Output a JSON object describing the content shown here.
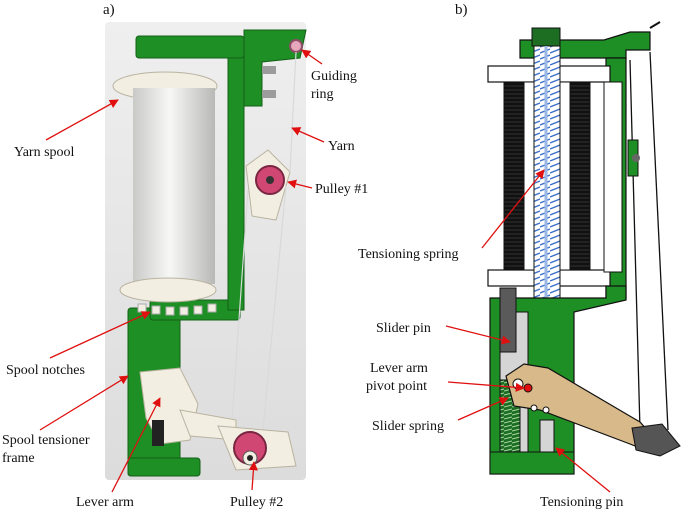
{
  "panels": {
    "a": "a)",
    "b": "b)"
  },
  "labels_a": {
    "guiding_ring": [
      "Guiding",
      "ring"
    ],
    "yarn": "Yarn",
    "yarn_spool": "Yarn spool",
    "pulley1": "Pulley #1",
    "spool_notches": "Spool notches",
    "spool_tensioner_frame": [
      "Spool tensioner",
      "frame"
    ],
    "lever_arm": "Lever arm",
    "pulley2": "Pulley #2"
  },
  "labels_b": {
    "tensioning_spring": "Tensioning spring",
    "slider_pin": "Slider pin",
    "lever_arm_pivot_point": [
      "Lever arm",
      "pivot point"
    ],
    "slider_spring": "Slider spring",
    "tensioning_pin": "Tensioning pin"
  },
  "colors": {
    "frame_green": "#1e8f25",
    "spring_blue": "#3d6fc7",
    "lever_tan": "#d8b98a",
    "arrow_red": "#e01010",
    "spool_white": "#f2eee2"
  }
}
